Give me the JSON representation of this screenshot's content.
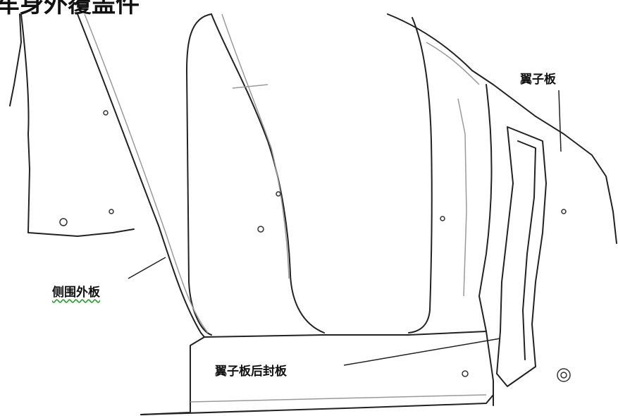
{
  "title_fragment": "车身外覆盖件",
  "labels": {
    "fender": "翼子板",
    "side_outer_panel": "侧围外板",
    "fender_rear_seal": "翼子板后封板"
  },
  "colors": {
    "line": "#222222",
    "light_line": "#9a9a9a",
    "label": "#111111",
    "spellcheck": "#3a9a3a"
  }
}
